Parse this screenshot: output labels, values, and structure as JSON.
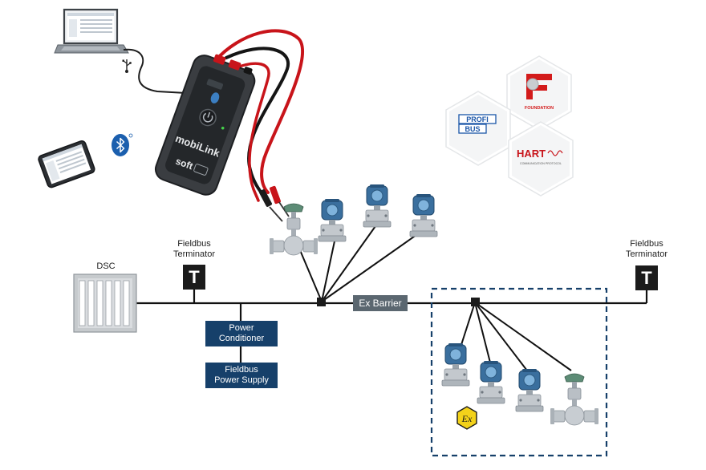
{
  "labels": {
    "dsc": "DSC",
    "terminator_left_1": "Fieldbus",
    "terminator_left_2": "Terminator",
    "terminator_right_1": "Fieldbus",
    "terminator_right_2": "Terminator",
    "power_conditioner_1": "Power",
    "power_conditioner_2": "Conditioner",
    "power_supply_1": "Fieldbus",
    "power_supply_2": "Power Supply",
    "ex_barrier": "Ex Barrier",
    "terminator_glyph": "T",
    "ex_symbol": "Ex"
  },
  "device": {
    "name": "mobiLink",
    "brand": "soft"
  },
  "protocols": {
    "profibus_top": "PROFI",
    "profibus_bottom": "BUS",
    "foundation": "FOUNDATION",
    "hart": "HART",
    "hart_sub": "COMMUNICATION PROTOCOL"
  },
  "icons": [
    "laptop-icon",
    "usb-icon",
    "bluetooth-icon",
    "tablet-icon",
    "transmitter-icon",
    "control-valve-icon",
    "ex-hazard-icon"
  ],
  "colors": {
    "box": "#16406a",
    "ex_barrier": "#5b6770",
    "red_lead": "#d3141b",
    "hazard_zone": "#16406a"
  }
}
